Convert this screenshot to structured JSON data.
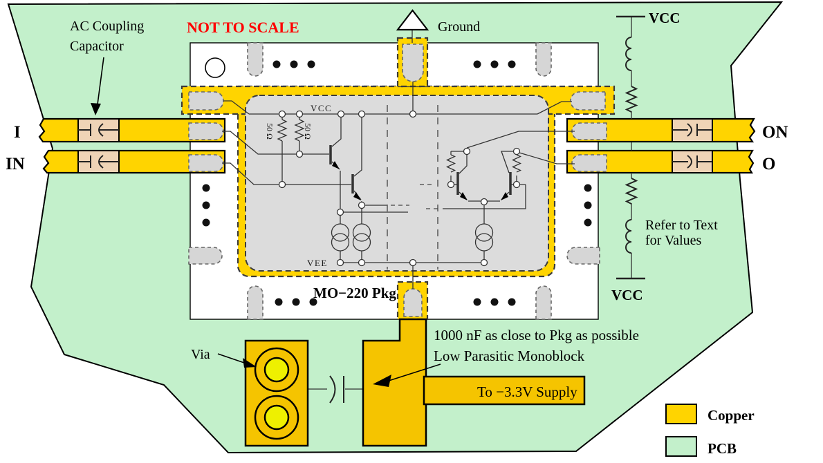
{
  "colors": {
    "copper": "#FFD400",
    "copper_dark": "#F5C400",
    "pcb": "#C3F0CB",
    "pad_gray": "#D6D6D6",
    "die_gray": "#DCDCDC",
    "cap_tan": "#EFD4B6",
    "via_inner": "#EEF000",
    "warning_red": "#FF0000"
  },
  "annotations": {
    "not_to_scale": "NOT TO SCALE",
    "ac_coupling": [
      "AC Coupling",
      "Capacitor"
    ],
    "ground": "Ground",
    "vcc_top": "VCC",
    "vcc_bottom": "VCC",
    "refer": [
      "Refer to Text",
      "for Values"
    ],
    "package": "MO−220 Pkg",
    "via": "Via",
    "decoupling": [
      "1000 nF as close to Pkg as possible",
      "Low Parasitic Monoblock"
    ],
    "supply": "To −3.3V Supply"
  },
  "ports": {
    "in_p": "I",
    "in_n": "IN",
    "out_p": "ON",
    "out_n": "O"
  },
  "schematic": {
    "vcc": "VCC",
    "vee": "VEE",
    "r_term_1": "50 Ω",
    "r_term_2": "50 Ω"
  },
  "legend": {
    "copper": "Copper",
    "pcb": "PCB"
  }
}
